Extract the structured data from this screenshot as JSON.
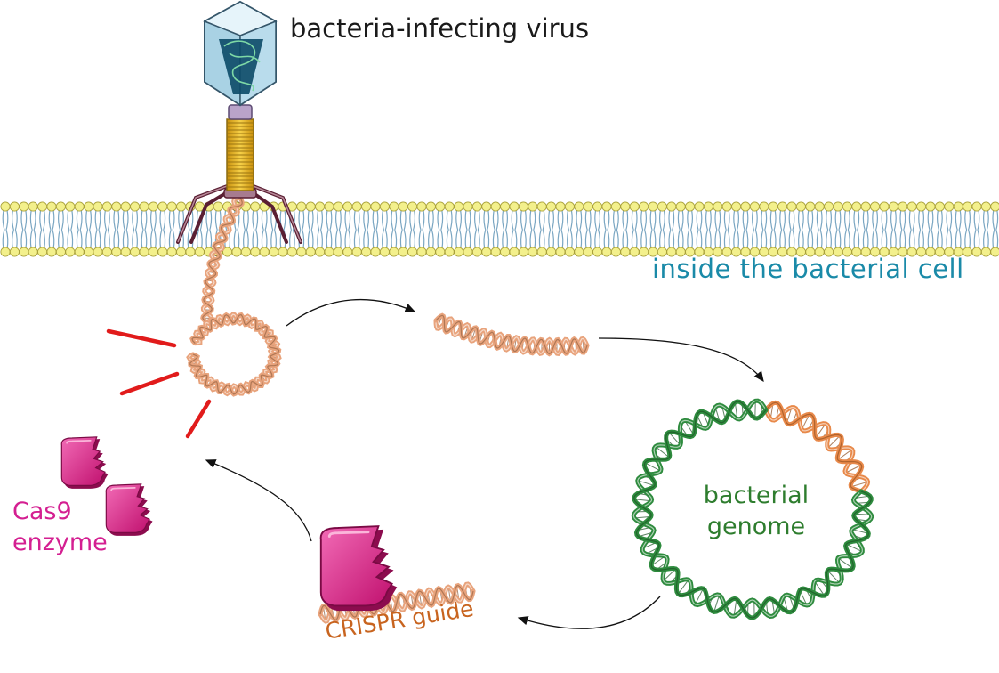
{
  "labels": {
    "virus": "bacteria-infecting virus",
    "inside": "inside the bacterial cell",
    "genome": "bacterial genome",
    "cas9": "Cas9 enzyme",
    "crispr": "CRISPR guide"
  },
  "colors": {
    "membrane_head": "#f3f08c",
    "membrane_tail": "#7aa6c2",
    "viral_dna": "#e8a37c",
    "genome_dna": "#2e8b3e",
    "inserted_dna": "#e8894a",
    "cas9": "#d6157e",
    "cut_mark": "#e11b1b",
    "virus_head": "#bfe0ee",
    "virus_tail": "#e8b820",
    "virus_legs": "#6b2a3a"
  },
  "icons": [
    "phage-icon",
    "cell-membrane",
    "viral-dna-coil",
    "dna-fragment-icon",
    "circular-genome-icon",
    "cas9-enzyme-icon",
    "crispr-guide-icon",
    "cut-mark-icon",
    "arrow-icon"
  ]
}
